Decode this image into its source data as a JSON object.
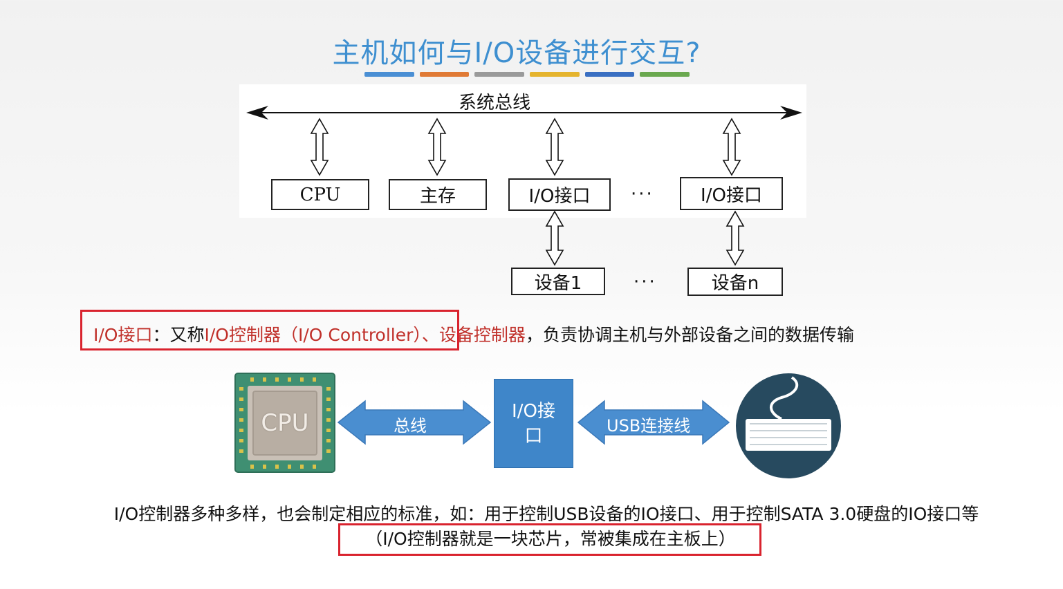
{
  "title": "主机如何与I/O设备进行交互?",
  "title_bar_colors": [
    "#4a8fd4",
    "#e07a35",
    "#9a9a9a",
    "#e5b42e",
    "#3a6fc2",
    "#6aa84f"
  ],
  "bus_diagram": {
    "bus_label": "系统总线",
    "components": {
      "cpu": "CPU",
      "memory": "主存",
      "io_interface_1": "I/O接口",
      "io_interface_n": "I/O接口",
      "device_1": "设备1",
      "device_n": "设备n"
    },
    "ellipsis_top": "···",
    "ellipsis_bottom": "···"
  },
  "definition": {
    "term": "I/O接口",
    "colon": "：",
    "aka_prefix": "又称",
    "alt_name": "I/O控制器",
    "english": "（I/O Controller）",
    "separator": "、",
    "alt_name_2": "设备控制器",
    "description": "，负责协调主机与外部设备之间的数据传输"
  },
  "illustration": {
    "chip_label": "CPU",
    "bus_arrow_label": "总线",
    "io_block_label": "I/O接口",
    "usb_arrow_label": "USB连接线"
  },
  "notes": {
    "line1": "I/O控制器多种多样，也会制定相应的标准，如：用于控制USB设备的IO接口、用于控制SATA 3.0硬盘的IO接口等",
    "line2": "（I/O控制器就是一块芯片，常被集成在主板上）"
  },
  "colors": {
    "title": "#3e8fd0",
    "highlight_red": "#d9232e",
    "term_red": "#c0302a",
    "arrow_blue": "#4a8ed0",
    "chip_green": "#3f8f72",
    "keyboard_circle": "#274a5f"
  }
}
